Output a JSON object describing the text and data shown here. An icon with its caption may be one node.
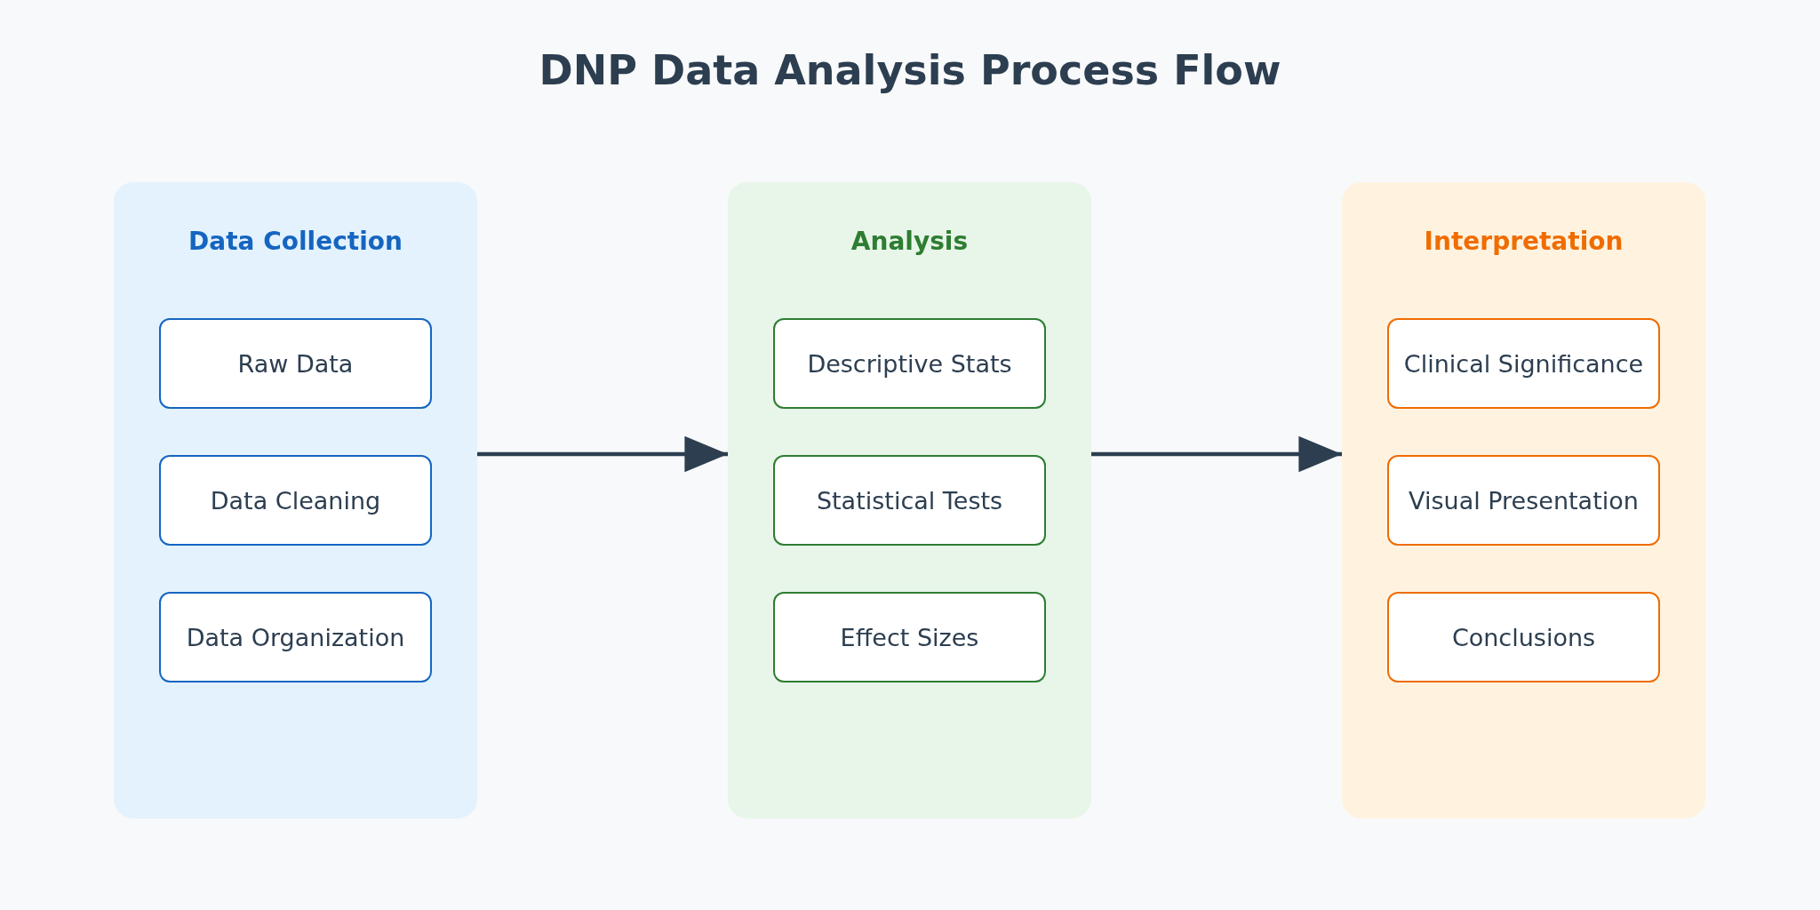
{
  "diagram": {
    "title": "DNP Data Analysis Process Flow",
    "nodes": [
      {
        "text": [
          "Data Collection"
        ]
      },
      {
        "text": [
          "Raw Data"
        ],
        "in": 0
      },
      {
        "text": [
          "Data Cleaning"
        ],
        "in": 0
      },
      {
        "text": [
          "Data Organization"
        ],
        "in": 0
      },
      {
        "text": [
          "Analysis"
        ]
      },
      {
        "text": [
          "Descriptive Stats"
        ],
        "in": 4
      },
      {
        "text": [
          "Statistical Tests"
        ],
        "in": 4
      },
      {
        "text": [
          "Effect Sizes"
        ],
        "in": 4
      },
      {
        "text": [
          "Interpretation"
        ]
      },
      {
        "text": [
          "Clinical Significance"
        ],
        "in": 8
      },
      {
        "text": [
          "Visual Presentation"
        ],
        "in": 8
      },
      {
        "text": [
          "Conclusions"
        ],
        "in": 8
      }
    ],
    "edges": [
      {
        "from": 0,
        "to": 4,
        "arrow": "to"
      },
      {
        "from": 4,
        "to": 8,
        "arrow": "to"
      }
    ]
  }
}
